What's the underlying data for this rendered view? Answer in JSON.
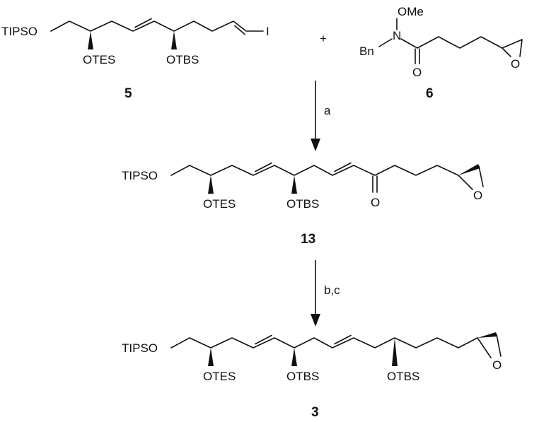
{
  "compounds": {
    "c5": {
      "id": "5",
      "atoms": {
        "tips_o": "TIPSO",
        "otes": "OTES",
        "otbs": "OTBS",
        "iodide": "I"
      }
    },
    "plus": "+",
    "c6": {
      "id": "6",
      "atoms": {
        "ome": "OMe",
        "n": "N",
        "bn": "Bn",
        "carbonyl_o": "O",
        "epoxide_o": "O"
      }
    },
    "c13": {
      "id": "13",
      "atoms": {
        "tips_o": "TIPSO",
        "otes": "OTES",
        "otbs": "OTBS",
        "ketone_o": "O",
        "epoxide_o": "O"
      }
    },
    "c3": {
      "id": "3",
      "atoms": {
        "tips_o": "TIPSO",
        "otes": "OTES",
        "otbs_1": "OTBS",
        "otbs_2": "OTBS",
        "epoxide_o": "O"
      }
    }
  },
  "steps": [
    {
      "label": "a"
    },
    {
      "label": "b,c"
    }
  ]
}
